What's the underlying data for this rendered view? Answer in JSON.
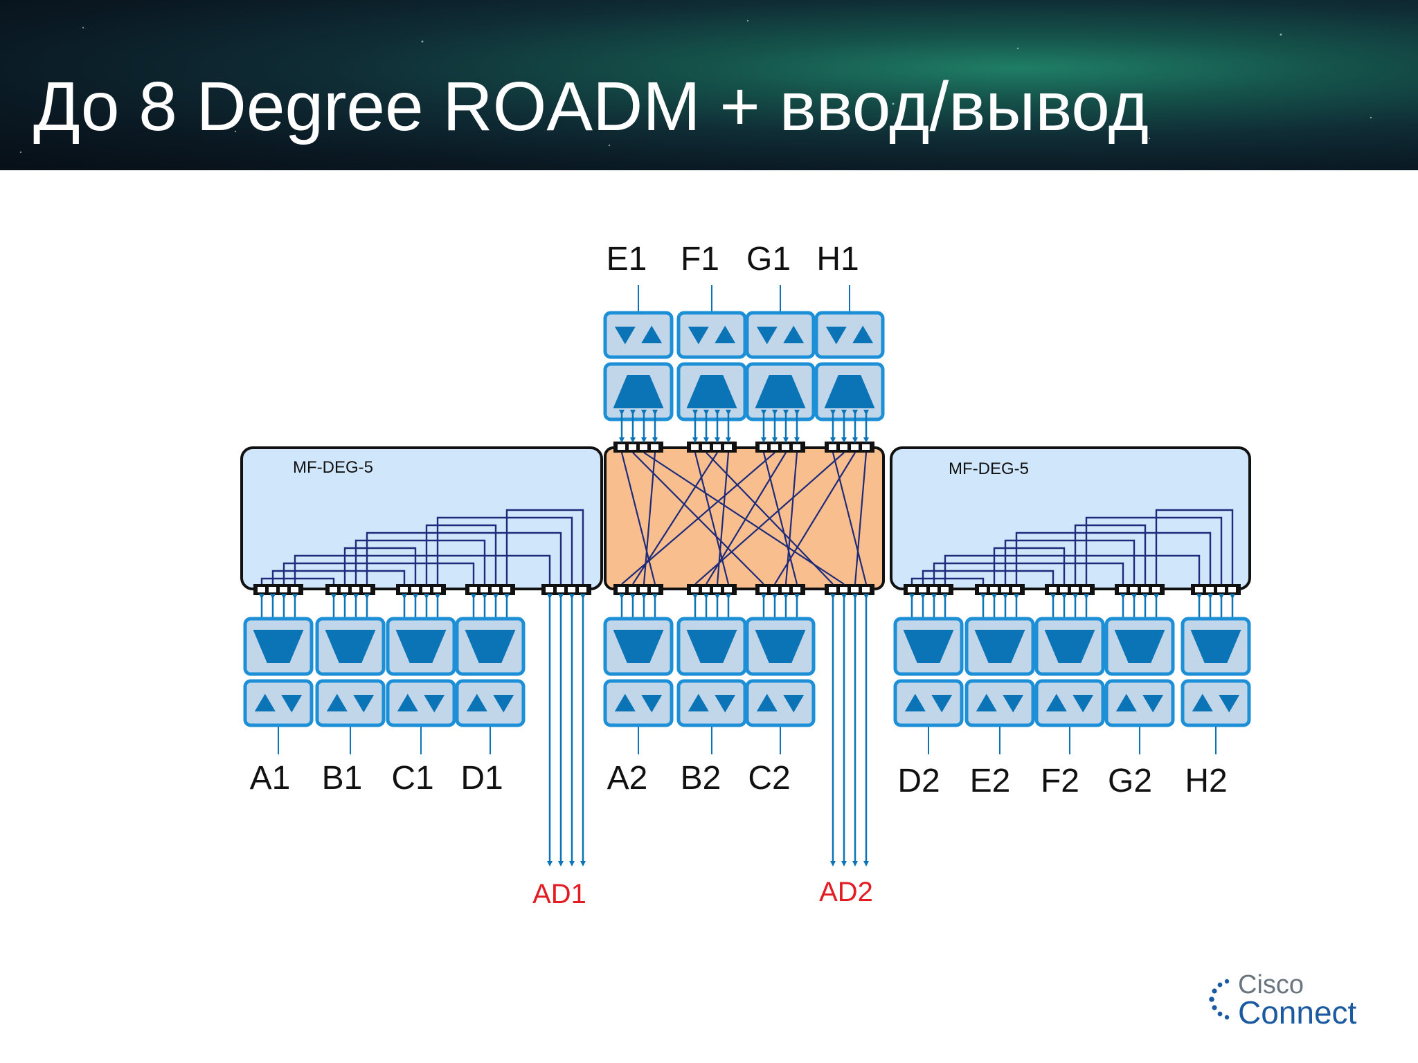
{
  "title": "До 8 Degree ROADM + ввод/вывод",
  "left_module": {
    "label": "MF-DEG-5",
    "fill": "#cfe6fb"
  },
  "right_module": {
    "label": "MF-DEG-5",
    "fill": "#cfe6fb"
  },
  "center_module": {
    "fill": "#f8be8e"
  },
  "top_ports": [
    "E1",
    "F1",
    "G1",
    "H1"
  ],
  "bottom_left_ports": [
    "A1",
    "B1",
    "C1",
    "D1"
  ],
  "bottom_center_ports": [
    "A2",
    "B2",
    "C2"
  ],
  "bottom_right_ports": [
    "D2",
    "E2",
    "F2",
    "G2",
    "H2"
  ],
  "add_drop": [
    "AD1",
    "AD2"
  ],
  "colors": {
    "accent": "#0a74b7",
    "fiber": "#1e2a7a",
    "add_drop_label": "#e31b23",
    "tile": "#c2d6ea"
  },
  "logo": {
    "top": "Cisco",
    "bottom": "Connect"
  }
}
